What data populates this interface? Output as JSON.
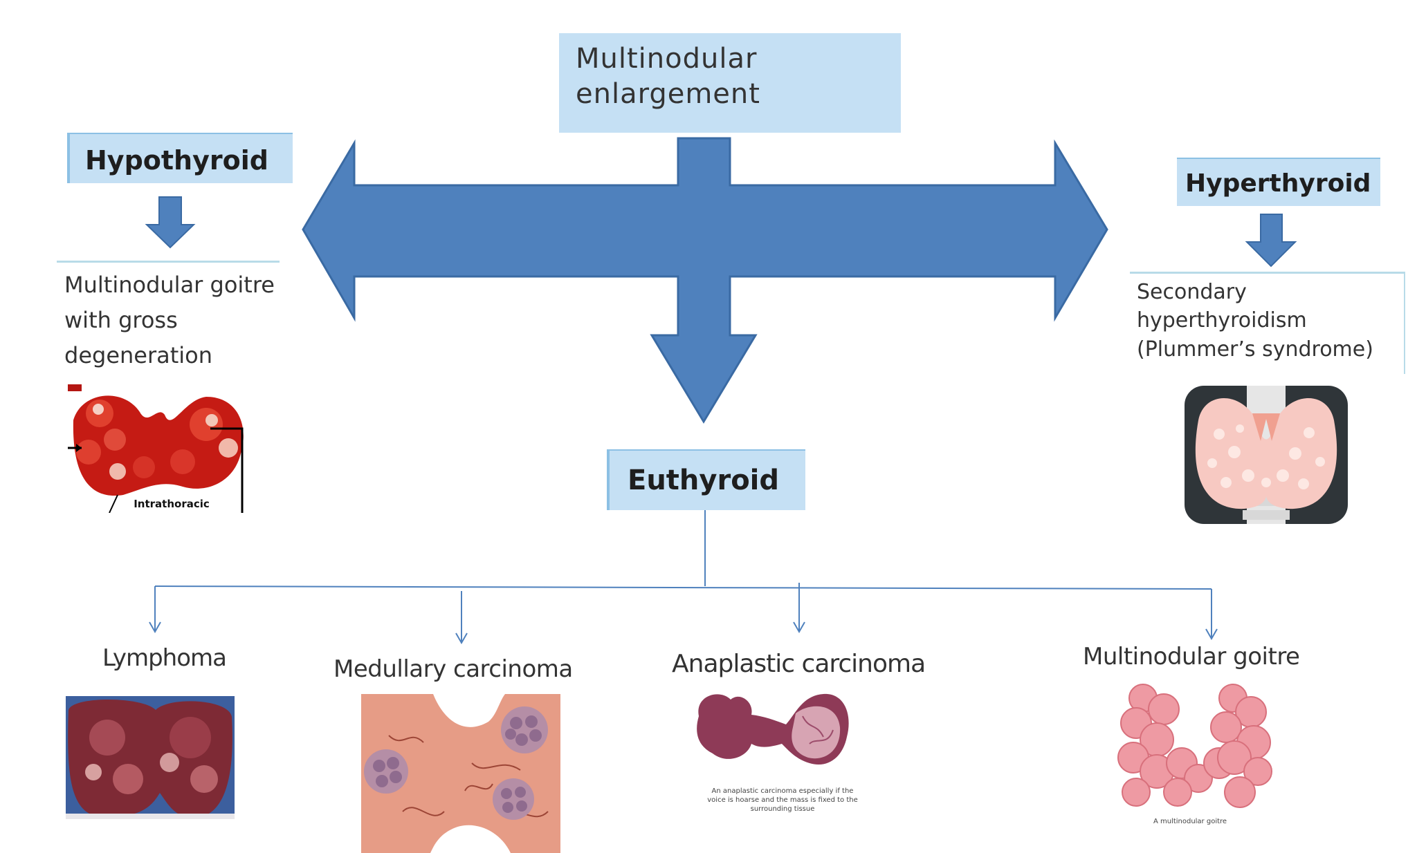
{
  "diagram": {
    "root": {
      "title": "Multinodular enlargement"
    },
    "hypothyroid": {
      "title": "Hypothyroid",
      "description": "Multinodular goitre with gross degeneration",
      "image_label": "Intrathoracic"
    },
    "hyperthyroid": {
      "title": "Hyperthyroid",
      "description": "Secondary hyperthyroidism (Plummer’s syndrome)"
    },
    "euthyroid": {
      "title": "Euthyroid",
      "branches": [
        {
          "label": "Lymphoma"
        },
        {
          "label": "Medullary carcinoma"
        },
        {
          "label": "Anaplastic carcinoma",
          "image_caption": "An anaplastic carcinoma especially if the voice is hoarse and the mass is fixed to the surrounding tissue"
        },
        {
          "label": "Multinodular goitre",
          "image_caption": "A multinodular goitre"
        }
      ]
    },
    "colors": {
      "box_fill": "#c5e0f4",
      "box_border": "#8cc0e4",
      "arrow": "#4f81bd",
      "arrow_stroke": "#3a6aa3",
      "connector": "#4f81bd"
    }
  }
}
